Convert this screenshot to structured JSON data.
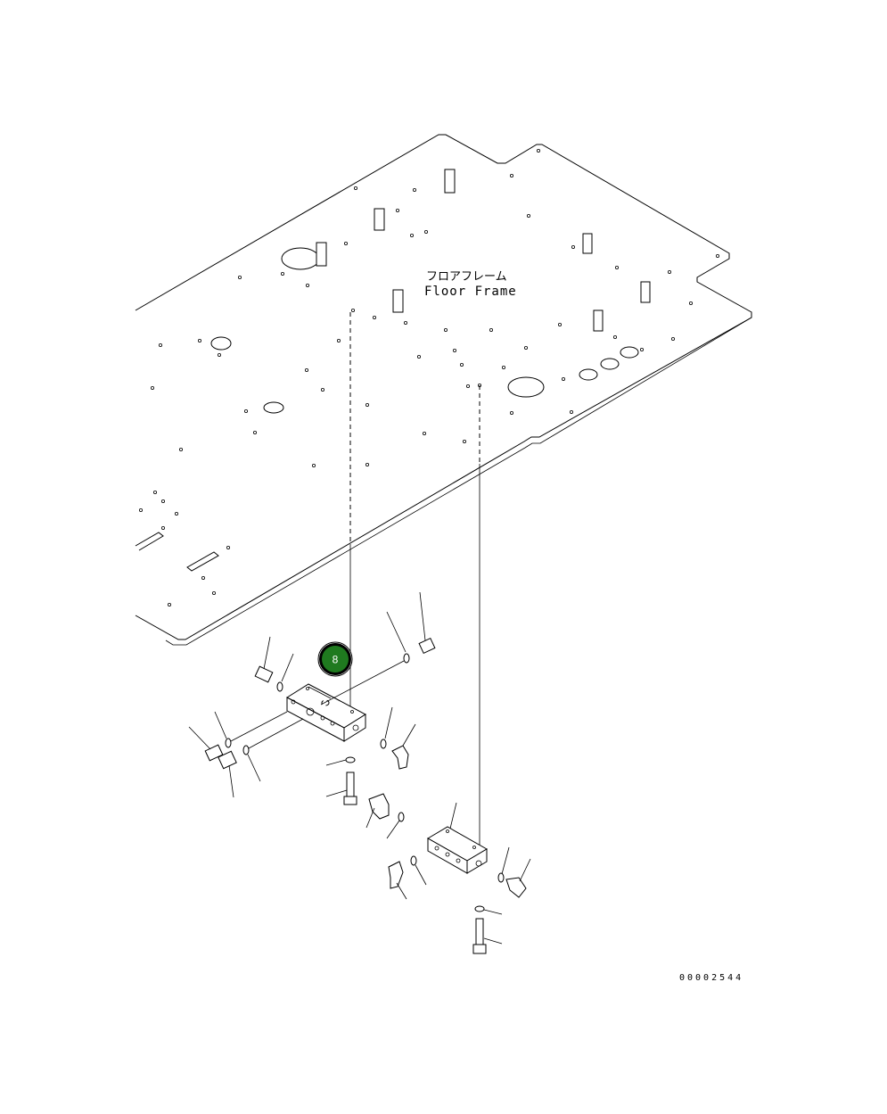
{
  "frame_label_jp": "フロアフレーム",
  "frame_label_en": "Floor Frame",
  "callout": {
    "label": "8",
    "fill": "#1f7a1f",
    "ring": "#000000"
  },
  "document_number": "00002544"
}
